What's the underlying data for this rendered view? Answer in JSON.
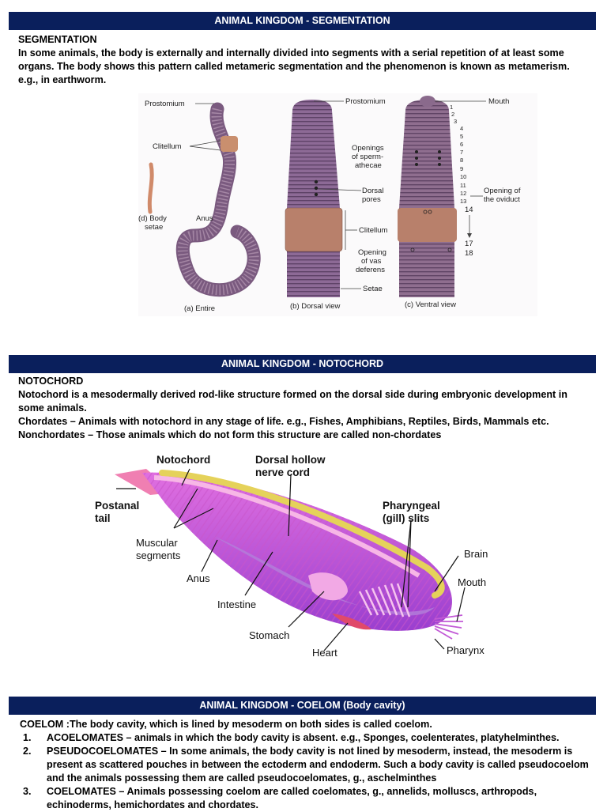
{
  "section1": {
    "header": "ANIMAL KINGDOM -   SEGMENTATION",
    "heading": "SEGMENTATION",
    "body": " In some animals, the body is externally and internally divided into segments with a serial repetition of at least some organs. The body shows this pattern called metameric segmentation and the phenomenon is known as metamerism. e.g., in earthworm.",
    "figure": {
      "prostomium": "Prostomium",
      "clitellum": "Clitellum",
      "body_setae_1": "(d) Body",
      "body_setae_2": "setae",
      "anus": "Anus",
      "entire": "(a) Entire",
      "prostomium_b": "Prostomium",
      "mouth": "Mouth",
      "openings_1": "Openings",
      "openings_2": "of sperm-",
      "openings_3": "athecae",
      "dorsal_1": "Dorsal",
      "dorsal_2": "pores",
      "clitellum_b": "Clitellum",
      "vas_1": "Opening",
      "vas_2": "of vas",
      "vas_3": "deferens",
      "setae": "Setae",
      "oviduct_1": "Opening of",
      "oviduct_2": "the oviduct",
      "dorsal_view": "(b) Dorsal view",
      "ventral_view": "(c) Ventral view",
      "segment_numbers": [
        "1",
        "2",
        "3",
        "4",
        "5",
        "6",
        "7",
        "8",
        "9",
        "10",
        "11",
        "12",
        "13"
      ],
      "seg14": "14",
      "seg17": "17",
      "seg18": "18"
    }
  },
  "section2": {
    "header": "ANIMAL KINGDOM -   NOTOCHORD",
    "heading": "NOTOCHORD",
    "body": "Notochord is a mesodermally derived rod-like structure formed on the dorsal side during embryonic development in some animals.",
    "chordates": "Chordates – Animals with notochord in any stage of life. e.g., Fishes, Amphibians, Reptiles, Birds, Mammals etc.",
    "nonchordates": "Nonchordates – Those animals which do not form this structure are called non-chordates",
    "figure": {
      "notochord": "Notochord",
      "nerve_1": "Dorsal hollow",
      "nerve_2": "nerve cord",
      "tail_1": "Postanal",
      "tail_2": "tail",
      "pharyngeal_1": "Pharyngeal",
      "pharyngeal_2": "(gill) slits",
      "muscular_1": "Muscular",
      "muscular_2": "segments",
      "brain": "Brain",
      "anus": "Anus",
      "mouth": "Mouth",
      "intestine": "Intestine",
      "stomach": "Stomach",
      "heart": "Heart",
      "pharynx": "Pharynx"
    }
  },
  "section3": {
    "header": "ANIMAL KINGDOM -   COELOM (Body cavity)",
    "intro": "COELOM :The body cavity, which is lined by mesoderm on both sides is called coelom.",
    "items": [
      {
        "num": "1.",
        "text": "ACOELOMATES – animals in which the body cavity is absent. e.g., Sponges, coelenterates, platyhelminthes."
      },
      {
        "num": "2.",
        "text": "PSEUDOCOELOMATES – In some animals, the body cavity is not lined by mesoderm, instead, the mesoderm is present as scattered pouches in between the ectoderm and endoderm. Such a body cavity is called pseudocoelom and the animals possessing them are called pseudocoelomates, g., aschelminthes"
      },
      {
        "num": "3.",
        "text": "COELOMATES – Animals possessing coelom are called coelomates, g., annelids, molluscs, arthropods, echinoderms, hemichordates and chordates."
      }
    ]
  }
}
